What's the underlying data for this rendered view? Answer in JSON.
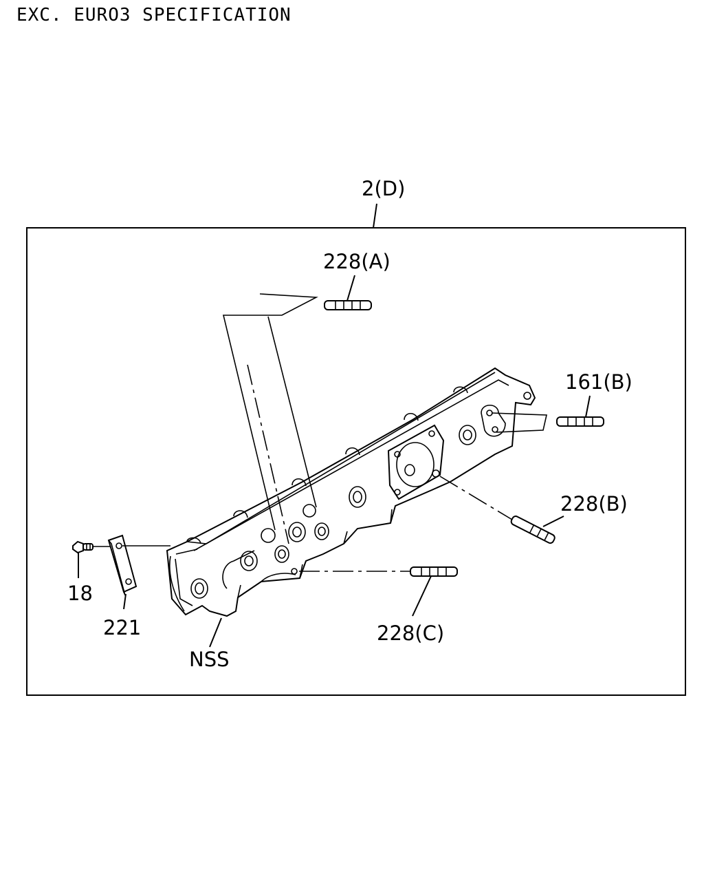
{
  "header": {
    "spec": "EXC. EURO3 SPECIFICATION"
  },
  "callouts": {
    "assembly": "2(D)",
    "stud_a": "228(A)",
    "stud_b": "228(B)",
    "stud_c": "228(C)",
    "stud_161b": "161(B)",
    "bolt": "18",
    "bracket": "221",
    "manifold": "NSS"
  }
}
